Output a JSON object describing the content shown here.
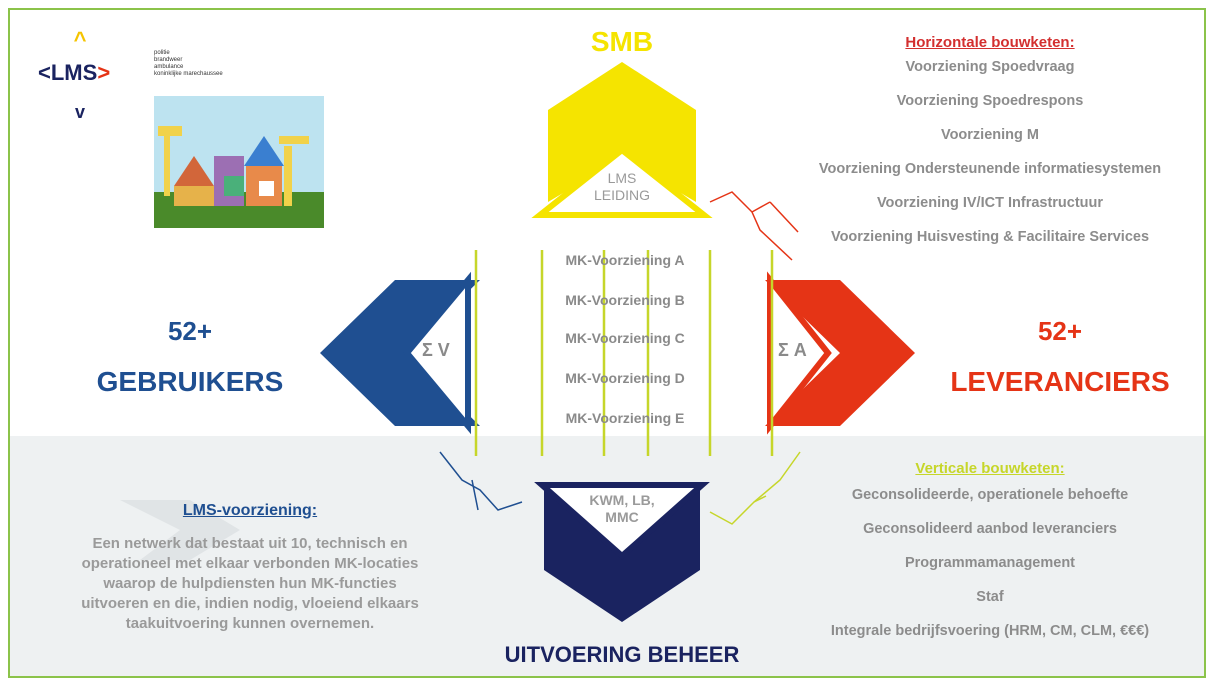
{
  "logo": {
    "text": "LMS",
    "lines": [
      "politie",
      "brandweer",
      "ambulance",
      "koninklijke marechaussee"
    ]
  },
  "smb": "SMB",
  "lms_leiding": [
    "LMS",
    "LEIDING"
  ],
  "gebruikers": {
    "count": "52+",
    "label": "GEBRUIKERS"
  },
  "leveranciers": {
    "count": "52+",
    "label": "LEVERANCIERS"
  },
  "sigma_v": "Σ V",
  "sigma_a": "Σ A",
  "mk_items": [
    "MK-Voorziening A",
    "MK-Voorziening B",
    "MK-Voorziening C",
    "MK-Voorziening D",
    "MK-Voorziening E"
  ],
  "kwm": [
    "KWM, LB,",
    "MMC"
  ],
  "uitvoering": "UITVOERING BEHEER",
  "horizontal": {
    "title": "Horizontale bouwketen:",
    "items": [
      "Voorziening Spoedvraag",
      "Voorziening Spoedrespons",
      "Voorziening M",
      "Voorziening Ondersteunende informatiesystemen",
      "Voorziening IV/ICT Infrastructuur",
      "Voorziening Huisvesting & Facilitaire Services"
    ]
  },
  "vertical": {
    "title": "Verticale bouwketen:",
    "items": [
      "Geconsolideerde, operationele behoefte",
      "Geconsolideerd aanbod leveranciers",
      "Programmamanagement",
      "Staf",
      "Integrale bedrijfsvoering (HRM, CM, CLM, €€€)"
    ]
  },
  "lms_voorziening": {
    "title": "LMS-voorziening:",
    "lines": [
      "Een netwerk dat bestaat uit 10, technisch en",
      "operationeel met elkaar verbonden MK-locaties",
      "waarop de hulpdiensten hun MK-functies",
      "uitvoeren en die, indien nodig, vloeiend elkaars",
      "taakuitvoering kunnen overnemen."
    ]
  },
  "colors": {
    "yellow": "#f5e400",
    "blue": "#1f4f91",
    "navy": "#1a2360",
    "red": "#e53416",
    "frame": "#8bc34a"
  }
}
